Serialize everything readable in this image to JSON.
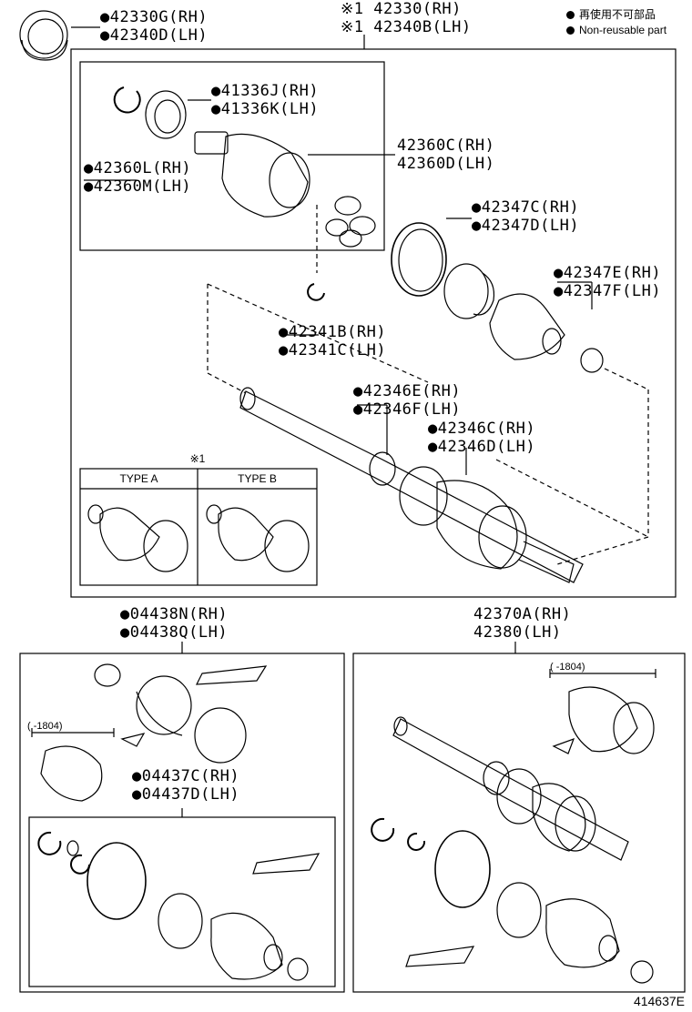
{
  "legend": {
    "japanese": "再使用不可部品",
    "english": "Non-reusable part"
  },
  "labels": {
    "l42330g": "●42330G(RH)",
    "l42340d": "●42340D(LH)",
    "l42330": "※1 42330(RH)",
    "l42340b": "※1 42340B(LH)",
    "l41336j": "●41336J(RH)",
    "l41336k": "●41336K(LH)",
    "l42360c": "42360C(RH)",
    "l42360d": "42360D(LH)",
    "l42360l": "●42360L(RH)",
    "l42360m": "●42360M(LH)",
    "l42347c": "●42347C(RH)",
    "l42347d": "●42347D(LH)",
    "l42347e": "●42347E(RH)",
    "l42347f": "●42347F(LH)",
    "l42341b": "●42341B(RH)",
    "l42341c": "●42341C(LH)",
    "l42346e": "●42346E(RH)",
    "l42346f": "●42346F(LH)",
    "l42346c": "●42346C(RH)",
    "l42346d": "●42346D(LH)",
    "l04438n": "●04438N(RH)",
    "l04438q": "●04438Q(LH)",
    "l42370a": "42370A(RH)",
    "l42380": "42380(LH)",
    "l04437c": "●04437C(RH)",
    "l04437d": "●04437D(LH)"
  },
  "type_table": {
    "note": "※1",
    "type_a": "TYPE A",
    "type_b": "TYPE B"
  },
  "date_ranges": {
    "left": "(    -1804)",
    "right": "(    -1804)"
  },
  "figure_code": "414637E"
}
